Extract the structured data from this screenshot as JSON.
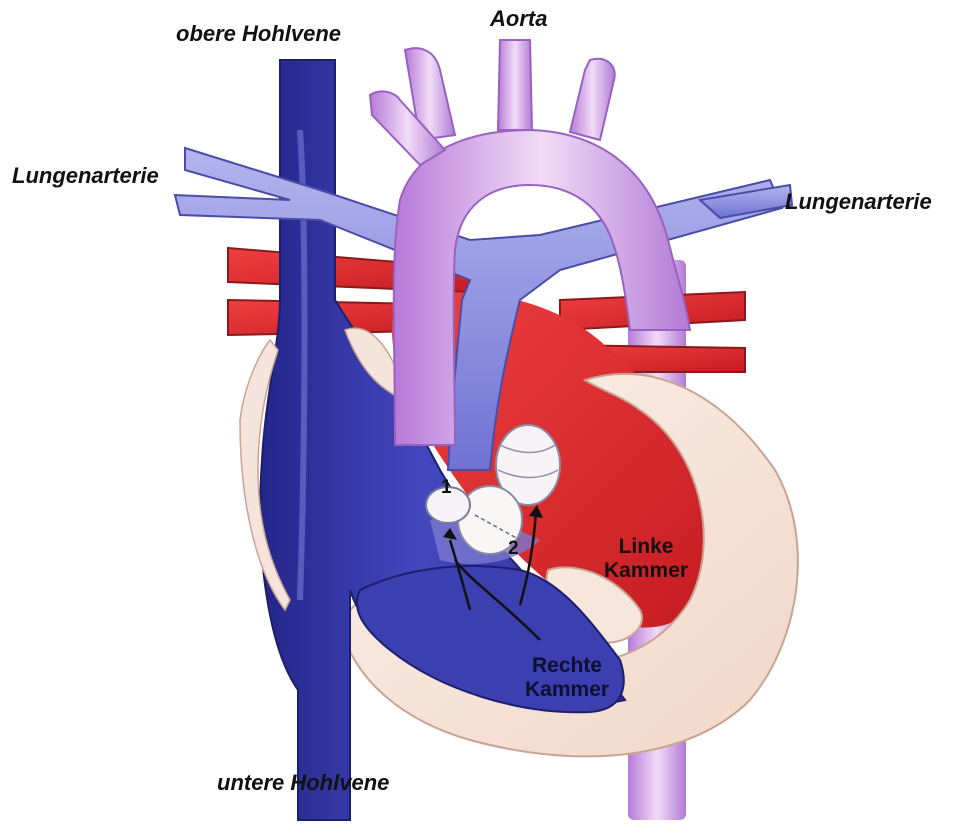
{
  "labels": {
    "aorta": "Aorta",
    "superior_vena_cava": "obere Hohlvene",
    "pulmonary_artery_left": "Lungenarterie",
    "pulmonary_artery_right": "Lungenarterie",
    "inferior_vena_cava": "untere Hohlvene",
    "left_ventricle_line1": "Linke",
    "left_ventricle_line2": "Kammer",
    "right_ventricle_line1": "Rechte",
    "right_ventricle_line2": "Kammer",
    "marker_1": "1",
    "marker_2": "2"
  },
  "colors": {
    "venous_blue": "#3b3fb0",
    "venous_dark": "#24268a",
    "pulmonary_lavender": "#8e90e0",
    "aorta_violet": "#c98ee6",
    "aorta_light": "#ecd2f4",
    "arterial_red": "#e0262b",
    "muscle_cream": "#f6e6dc"
  }
}
